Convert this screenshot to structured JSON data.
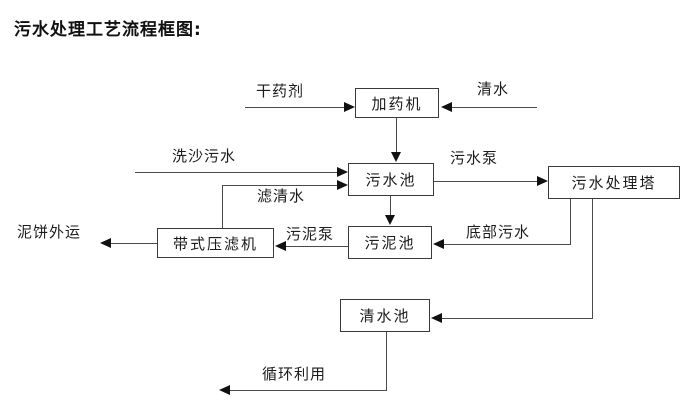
{
  "title": "污水处理工艺流程框图:",
  "diagram": {
    "type": "flowchart",
    "nodes": {
      "dosing_machine": "加药机",
      "sewage_pool": "污水池",
      "sewage_treatment_tower": "污水处理塔",
      "sludge_pool": "污泥池",
      "belt_filter_press": "带式压滤机",
      "clean_water_pool": "清水池"
    },
    "labels": {
      "dry_chemical": "干药剂",
      "clean_water": "清水",
      "sand_washing_sewage": "洗沙污水",
      "filtered_water": "滤清水",
      "sewage_pump": "污水泵",
      "bottom_sewage": "底部污水",
      "sludge_pump": "污泥泵",
      "mud_cake_out": "泥饼外运",
      "recycle": "循环利用"
    },
    "connections": [
      {
        "from_label": "dry_chemical",
        "to": "dosing_machine"
      },
      {
        "from_label": "clean_water",
        "to": "dosing_machine"
      },
      {
        "from": "dosing_machine",
        "to": "sewage_pool"
      },
      {
        "from_label": "sand_washing_sewage",
        "to": "sewage_pool"
      },
      {
        "from": "belt_filter_press",
        "to": "sewage_pool",
        "via_label": "filtered_water"
      },
      {
        "from": "sewage_pool",
        "to": "sewage_treatment_tower",
        "via_label": "sewage_pump"
      },
      {
        "from": "sewage_pool",
        "to": "sludge_pool"
      },
      {
        "from": "sewage_treatment_tower",
        "to": "sludge_pool",
        "via_label": "bottom_sewage"
      },
      {
        "from": "sludge_pool",
        "to": "belt_filter_press",
        "via_label": "sludge_pump"
      },
      {
        "from": "belt_filter_press",
        "to_label": "mud_cake_out"
      },
      {
        "from": "sewage_treatment_tower",
        "to": "clean_water_pool"
      },
      {
        "from": "clean_water_pool",
        "to_label": "recycle"
      }
    ],
    "colors": {
      "background": "#ffffff",
      "line": "#4a4a4a",
      "arrowhead": "#111111",
      "box_border": "#3a3a3a",
      "text": "#1c1c1c"
    }
  }
}
